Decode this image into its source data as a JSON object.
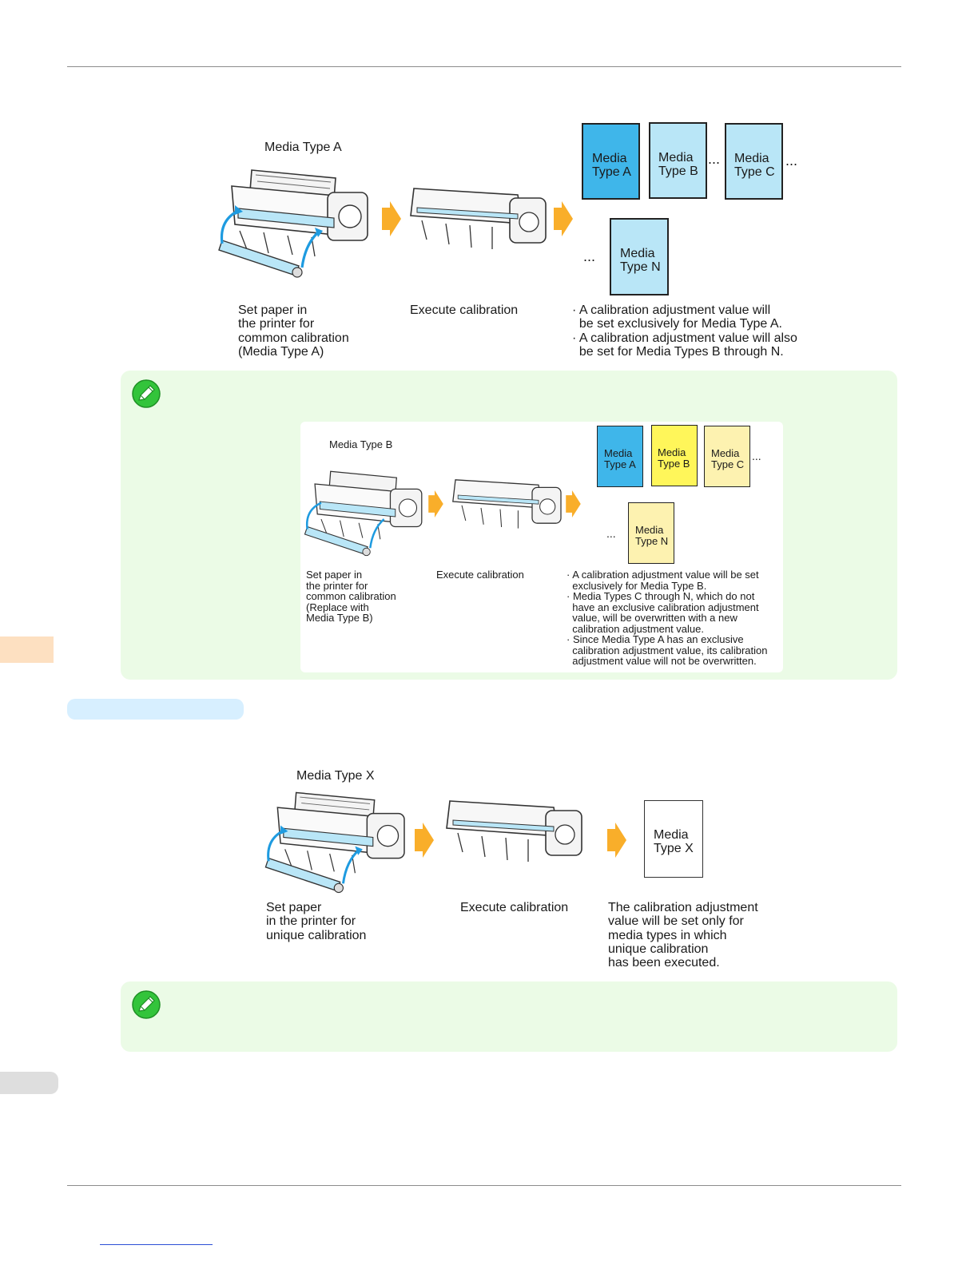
{
  "colors": {
    "media_blue_strong": "#3fb6ea",
    "media_blue_light": "#b9e6f7",
    "media_yellow_strong": "#fff65a",
    "media_yellow_light": "#fdf2b0",
    "arrow_orange": "#f9ae2a",
    "note_background": "#ebfbe6",
    "note_icon_green": "#33c43b",
    "section_pill": "#d7efff",
    "side_tab_orange": "#fde0c1",
    "side_tab_gray": "#dedede",
    "footer_link": "#2b4fd6"
  },
  "figure_common": {
    "media_label": "Media Type A",
    "step1_caption": "Set paper in\nthe printer for\ncommon calibration\n(Media Type A)",
    "step2_caption": "Execute calibration",
    "result_caption": "· A calibration adjustment value will\n  be set exclusively for Media Type A.\n· A calibration adjustment value will also\n  be set for Media Types B through N.",
    "cards": {
      "a": "Media\nType A",
      "b": "Media\nType B",
      "c": "Media\nType C",
      "n": "Media\nType N"
    },
    "ellipsis": "..."
  },
  "note1": {
    "icon": "pencil-note-icon",
    "media_label": "Media Type B",
    "step1_caption": "Set paper in\nthe printer for\ncommon calibration\n(Replace with\nMedia Type B)",
    "step2_caption": "Execute calibration",
    "result_caption": "· A calibration adjustment value will be set\n  exclusively for Media Type B.\n· Media Types C through N, which do not\n  have an exclusive calibration adjustment\n  value, will be overwritten with a new\n  calibration adjustment value.\n· Since Media Type A has an exclusive\n  calibration adjustment value, its calibration\n  adjustment value will not be overwritten.",
    "cards": {
      "a": "Media\nType A",
      "b": "Media\nType B",
      "c": "Media\nType C",
      "n": "Media\nType N"
    },
    "ellipsis": "..."
  },
  "figure_unique": {
    "media_label": "Media Type X",
    "step1_caption": "Set paper\nin the printer for\nunique calibration",
    "step2_caption": "Execute calibration",
    "result_caption": "The calibration adjustment\nvalue will be set only for\nmedia types in which\nunique calibration\nhas been executed.",
    "card_x": "Media\nType X"
  },
  "note2": {
    "icon": "pencil-note-icon"
  }
}
